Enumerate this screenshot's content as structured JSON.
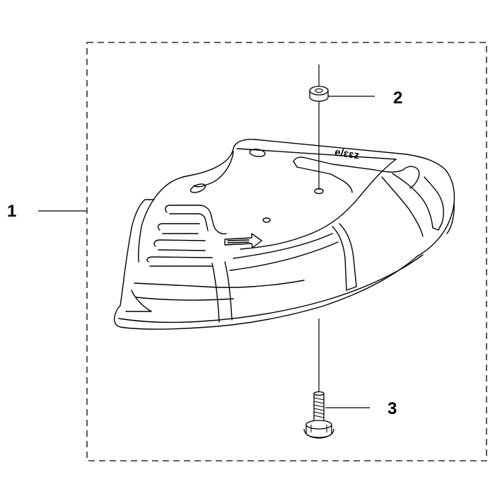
{
  "diagram": {
    "callouts": [
      {
        "id": "1",
        "label": "1"
      },
      {
        "id": "2",
        "label": "2"
      },
      {
        "id": "3",
        "label": "3"
      }
    ],
    "part_marking": "e/ɛɛz",
    "colors": {
      "line": "#000000",
      "background": "#ffffff"
    }
  }
}
